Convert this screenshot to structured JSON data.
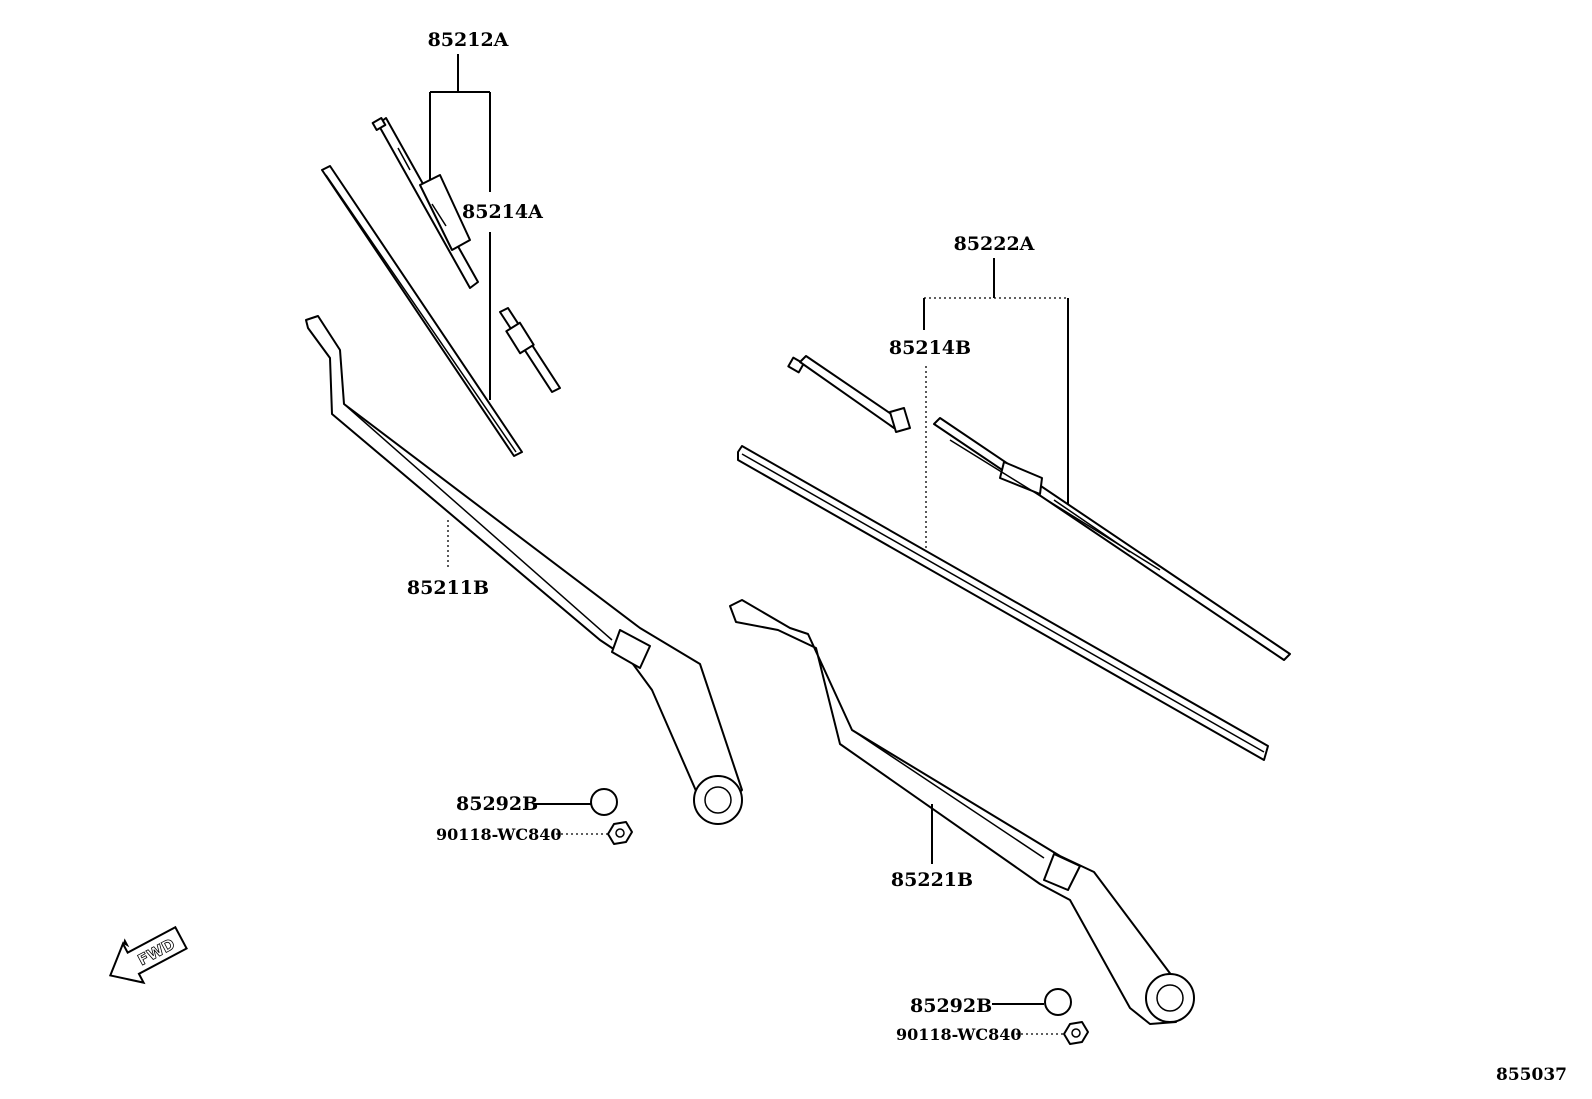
{
  "labels": {
    "blade_assy_left": "85212A",
    "rubber_left": "85214A",
    "arm_left": "85211B",
    "cap_left": "85292B",
    "nut_left": "90118-WC840",
    "blade_assy_right": "85222A",
    "rubber_right": "85214B",
    "arm_right": "85221B",
    "cap_right": "85292B",
    "nut_right": "90118-WC840"
  },
  "direction_indicator": {
    "text": "FWD",
    "icon": "fwd-arrow-icon"
  },
  "reference_code": "855037"
}
